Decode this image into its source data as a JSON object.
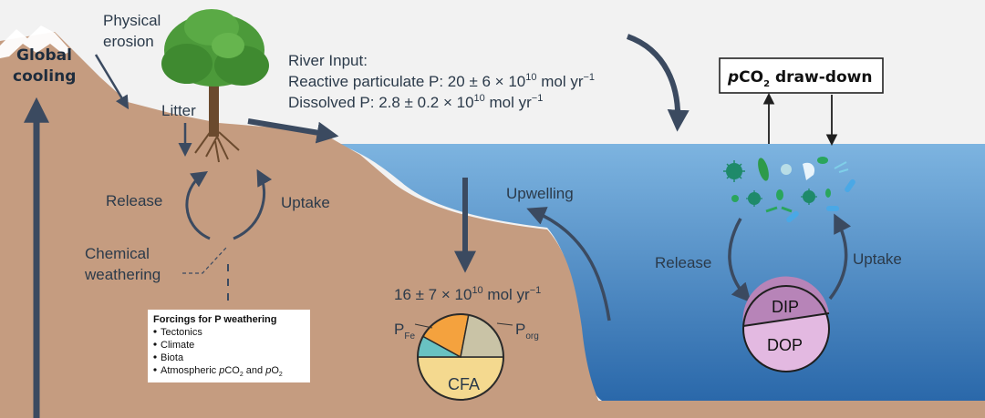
{
  "colors": {
    "background": "#f2f2f2",
    "land": "#c59c80",
    "land_dark": "#b68c70",
    "ocean_top": "#6fa8d8",
    "ocean_bottom": "#2f6fb0",
    "arrow": "#3b4a60",
    "tree_foliage": "#4c9a3a",
    "dip_fill": "#b784b8",
    "dop_fill": "#e3b9e1",
    "pie_fe": "#f4a23e",
    "pie_org": "#c9c3a6",
    "pie_teal": "#69c2c2",
    "pie_cfa": "#f4d98f"
  },
  "labels": {
    "global_cooling_1": "Global",
    "global_cooling_2": "cooling",
    "physical_erosion_1": "Physical",
    "physical_erosion_2": "erosion",
    "litter": "Litter",
    "release_land": "Release",
    "uptake_land": "Uptake",
    "chemical_weathering_1": "Chemical",
    "chemical_weathering_2": "weathering",
    "river_input_title": "River Input:",
    "river_reactive": "Reactive particulate P: 20 ± 6 × 10",
    "river_reactive_exp": "10",
    "river_reactive_unit": " mol yr",
    "river_reactive_unit_exp": "−1",
    "river_dissolved": "Dissolved P: 2.8 ± 0.2 × 10",
    "river_dissolved_exp": "10",
    "river_dissolved_unit": " mol yr",
    "river_dissolved_unit_exp": "−1",
    "upwelling": "Upwelling",
    "burial_flux": "16 ± 7 × 10",
    "burial_flux_exp": "10",
    "burial_flux_unit": " mol yr",
    "burial_flux_unit_exp": "−1",
    "pco2_p": "p",
    "pco2_co": "CO",
    "pco2_sub": "2",
    "pco2_rest": " draw-down",
    "release_ocean": "Release",
    "uptake_ocean": "Uptake",
    "dip": "DIP",
    "dop": "DOP",
    "p_fe": "P",
    "p_fe_sub": "Fe",
    "p_org": "P",
    "p_org_sub": "org",
    "cfa": "CFA"
  },
  "forcings_box": {
    "title": "Forcings for P weathering",
    "items": [
      "Tectonics",
      "Climate",
      "Biota"
    ],
    "atmo_prefix": "Atmospheric ",
    "atmo_p1": "p",
    "atmo_co2": "CO",
    "atmo_sub1": "2",
    "atmo_and": " and ",
    "atmo_p2": "p",
    "atmo_o2": "O",
    "atmo_sub2": "2"
  },
  "chart_data": {
    "type": "pie",
    "categories": [
      "CFA",
      "P_Fe",
      "P_org",
      "teal"
    ],
    "values": [
      0.5,
      0.2,
      0.22,
      0.08
    ]
  }
}
